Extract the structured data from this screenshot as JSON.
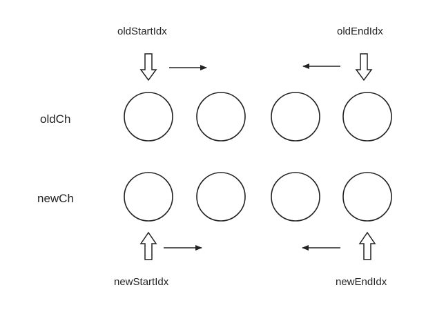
{
  "row_labels": {
    "old": "oldCh",
    "new": "newCh"
  },
  "pointers": {
    "old_start": "oldStartIdx",
    "old_end": "oldEndIdx",
    "new_start": "newStartIdx",
    "new_end": "newEndIdx"
  },
  "old_nodes": [
    "",
    "",
    "",
    ""
  ],
  "new_nodes": [
    "",
    "",
    "",
    ""
  ],
  "colors": {
    "stroke": "#222222",
    "text": "#222222",
    "background": "#ffffff"
  }
}
